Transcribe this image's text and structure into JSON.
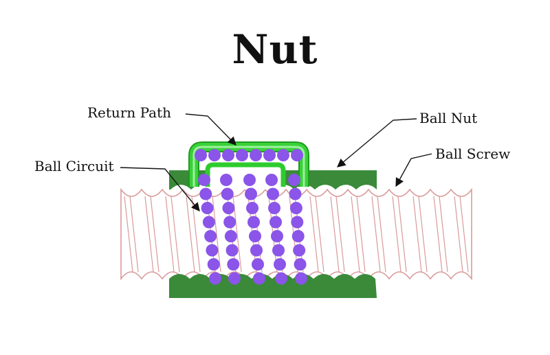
{
  "title": "Nut",
  "labels": {
    "return_path": "Return Path",
    "ball_nut": "Ball Nut",
    "ball_circuit": "Ball Circuit",
    "ball_screw": "Ball Screw"
  },
  "colors": {
    "nut": "#3a8a3a",
    "return_tube": "#2ecc2e",
    "ball": "#8a55e8",
    "screw_outline": "#d99a9a"
  }
}
